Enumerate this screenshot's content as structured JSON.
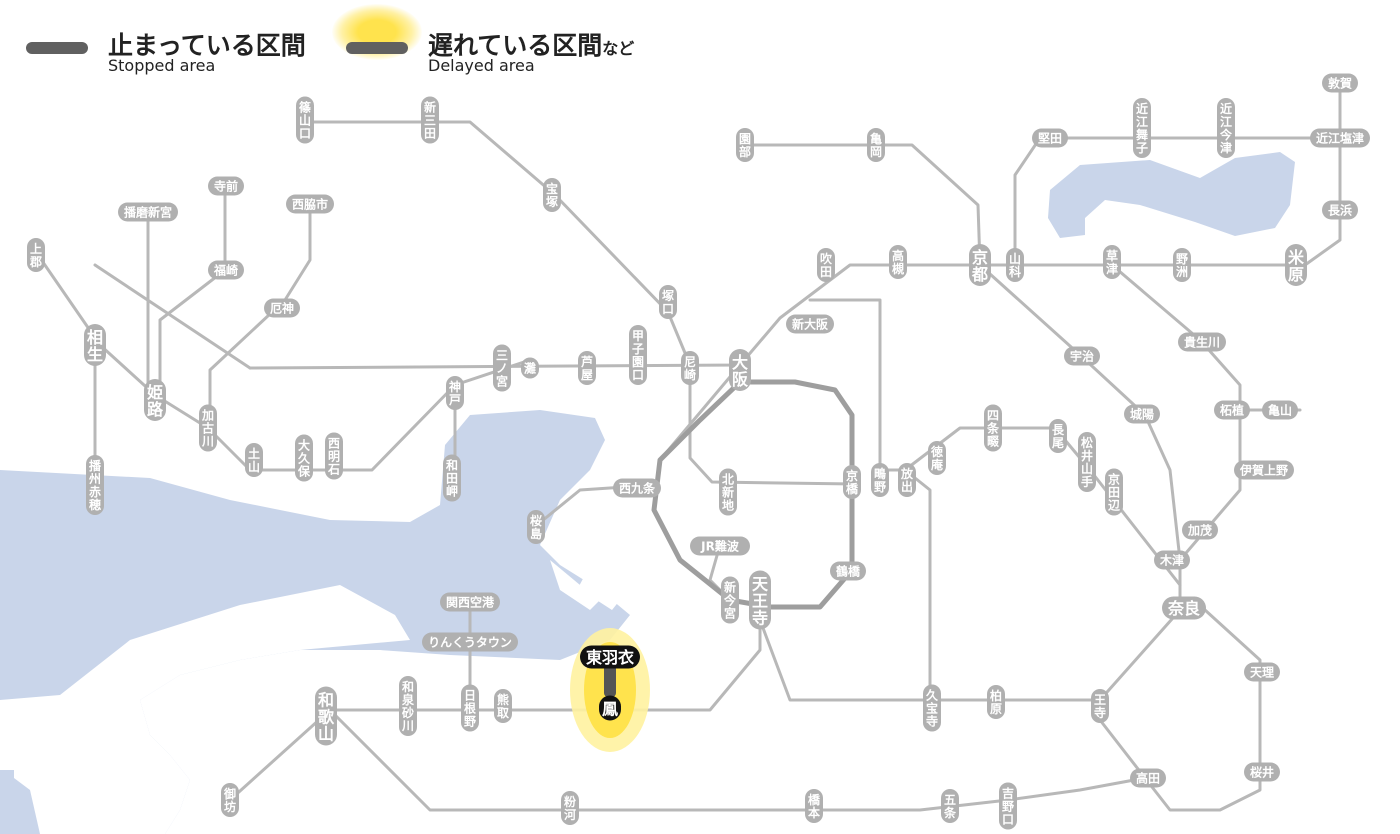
{
  "legend": {
    "stopped": {
      "label_jp": "止まっている区間",
      "label_en": "Stopped area",
      "color": "#606060"
    },
    "delayed": {
      "label_jp": "遅れている区間",
      "label_suffix": "など",
      "label_en": "Delayed area",
      "color": "#606060",
      "glow": "#ffe34d"
    }
  },
  "colors": {
    "water": "#c9d5ea",
    "line": "#b8b8b8",
    "loop_line": "#9e9e9e",
    "label_bg": "#b0b0b0",
    "label_text": "#ffffff",
    "highlight_bg": "#111111"
  },
  "stations": [
    {
      "id": "sasayamaguchi",
      "name": "篠山口",
      "vertical": true
    },
    {
      "id": "shinsanda",
      "name": "新三田",
      "vertical": true
    },
    {
      "id": "takarazuka",
      "name": "宝塚",
      "vertical": true
    },
    {
      "id": "tsukaguchi",
      "name": "塚口",
      "vertical": true
    },
    {
      "id": "sonobe",
      "name": "園部",
      "vertical": true
    },
    {
      "id": "kameoka",
      "name": "亀岡",
      "vertical": true
    },
    {
      "id": "katata",
      "name": "堅田",
      "vertical": false
    },
    {
      "id": "omimaiko",
      "name": "近江舞子",
      "vertical": true
    },
    {
      "id": "omiimazu",
      "name": "近江今津",
      "vertical": true
    },
    {
      "id": "tsuruga",
      "name": "敦賀",
      "vertical": false
    },
    {
      "id": "omishiotsu",
      "name": "近江塩津",
      "vertical": false
    },
    {
      "id": "nagahama",
      "name": "長浜",
      "vertical": false
    },
    {
      "id": "maibara",
      "name": "米原",
      "vertical": true
    },
    {
      "id": "yasu",
      "name": "野洲",
      "vertical": true
    },
    {
      "id": "kusatsu",
      "name": "草津",
      "vertical": true
    },
    {
      "id": "yamashina",
      "name": "山科",
      "vertical": true
    },
    {
      "id": "kyoto",
      "name": "京都",
      "vertical": true
    },
    {
      "id": "takatsuki",
      "name": "高槻",
      "vertical": true
    },
    {
      "id": "suita",
      "name": "吹田",
      "vertical": true
    },
    {
      "id": "shinosaka",
      "name": "新大阪",
      "vertical": false
    },
    {
      "id": "osaka",
      "name": "大阪",
      "vertical": true
    },
    {
      "id": "amagasaki",
      "name": "尼崎",
      "vertical": true
    },
    {
      "id": "koshienguchi",
      "name": "甲子園口",
      "vertical": true
    },
    {
      "id": "ashiya",
      "name": "芦屋",
      "vertical": true
    },
    {
      "id": "nada",
      "name": "灘",
      "vertical": true
    },
    {
      "id": "sannomiya",
      "name": "三ノ宮",
      "vertical": true
    },
    {
      "id": "kobe",
      "name": "神戸",
      "vertical": true
    },
    {
      "id": "wadamisaki",
      "name": "和田岬",
      "vertical": true
    },
    {
      "id": "nishiakashi",
      "name": "西明石",
      "vertical": true
    },
    {
      "id": "okubo",
      "name": "大久保",
      "vertical": true
    },
    {
      "id": "tsuchiyama",
      "name": "土山",
      "vertical": true
    },
    {
      "id": "kakogawa",
      "name": "加古川",
      "vertical": true
    },
    {
      "id": "yakujin",
      "name": "厄神",
      "vertical": false
    },
    {
      "id": "nishiwakishi",
      "name": "西脇市",
      "vertical": false
    },
    {
      "id": "teramae",
      "name": "寺前",
      "vertical": false
    },
    {
      "id": "harimashingu",
      "name": "播磨新宮",
      "vertical": false
    },
    {
      "id": "fukusaki",
      "name": "福崎",
      "vertical": false
    },
    {
      "id": "kamigori",
      "name": "上郡",
      "vertical": true
    },
    {
      "id": "aioi",
      "name": "相生",
      "vertical": true
    },
    {
      "id": "himeji",
      "name": "姫路",
      "vertical": true
    },
    {
      "id": "banshuako",
      "name": "播州赤穂",
      "vertical": true
    },
    {
      "id": "kitashinchi",
      "name": "北新地",
      "vertical": true
    },
    {
      "id": "nishikujo",
      "name": "西九条",
      "vertical": false
    },
    {
      "id": "sakurajima",
      "name": "桜島",
      "vertical": true
    },
    {
      "id": "jrnamba",
      "name": "JR難波",
      "vertical": false
    },
    {
      "id": "shinimamiya",
      "name": "新今宮",
      "vertical": true
    },
    {
      "id": "tennoji",
      "name": "天王寺",
      "vertical": true
    },
    {
      "id": "tsuruhashi",
      "name": "鶴橋",
      "vertical": false
    },
    {
      "id": "kyobashi",
      "name": "京橋",
      "vertical": true
    },
    {
      "id": "shigino",
      "name": "鴫野",
      "vertical": true
    },
    {
      "id": "hanaten",
      "name": "放出",
      "vertical": true
    },
    {
      "id": "tokuan",
      "name": "徳庵",
      "vertical": true
    },
    {
      "id": "shijonawate",
      "name": "四条畷",
      "vertical": true
    },
    {
      "id": "nagao",
      "name": "長尾",
      "vertical": true
    },
    {
      "id": "matsuiyamate",
      "name": "松井山手",
      "vertical": true
    },
    {
      "id": "kyotanabe",
      "name": "京田辺",
      "vertical": true
    },
    {
      "id": "kizu",
      "name": "木津",
      "vertical": false
    },
    {
      "id": "nara",
      "name": "奈良",
      "vertical": false
    },
    {
      "id": "kamo",
      "name": "加茂",
      "vertical": false
    },
    {
      "id": "igaueno",
      "name": "伊賀上野",
      "vertical": false
    },
    {
      "id": "tsuge",
      "name": "柘植",
      "vertical": false
    },
    {
      "id": "kameyama",
      "name": "亀山",
      "vertical": false
    },
    {
      "id": "kibukawa",
      "name": "貴生川",
      "vertical": false
    },
    {
      "id": "uji",
      "name": "宇治",
      "vertical": false
    },
    {
      "id": "joyo",
      "name": "城陽",
      "vertical": false
    },
    {
      "id": "tenri",
      "name": "天理",
      "vertical": false
    },
    {
      "id": "sakurai",
      "name": "桜井",
      "vertical": false
    },
    {
      "id": "oji",
      "name": "王寺",
      "vertical": true
    },
    {
      "id": "takada",
      "name": "高田",
      "vertical": false
    },
    {
      "id": "kashiwara",
      "name": "柏原",
      "vertical": true
    },
    {
      "id": "kyuhoji",
      "name": "久宝寺",
      "vertical": true
    },
    {
      "id": "yoshinoguchi",
      "name": "吉野口",
      "vertical": true
    },
    {
      "id": "gojo",
      "name": "五条",
      "vertical": true
    },
    {
      "id": "hashimoto",
      "name": "橋本",
      "vertical": true
    },
    {
      "id": "kokawa",
      "name": "粉河",
      "vertical": true
    },
    {
      "id": "wakayama",
      "name": "和歌山",
      "vertical": true
    },
    {
      "id": "gobo",
      "name": "御坊",
      "vertical": true
    },
    {
      "id": "izumisunagawa",
      "name": "和泉砂川",
      "vertical": true
    },
    {
      "id": "hineno",
      "name": "日根野",
      "vertical": true
    },
    {
      "id": "kumatori",
      "name": "熊取",
      "vertical": true
    },
    {
      "id": "rinkutown",
      "name": "りんくうタウン",
      "vertical": false
    },
    {
      "id": "kansaiairport",
      "name": "関西空港",
      "vertical": false
    },
    {
      "id": "otori",
      "name": "鳳",
      "vertical": true
    },
    {
      "id": "higashihagoromo",
      "name": "東羽衣",
      "vertical": false
    }
  ]
}
